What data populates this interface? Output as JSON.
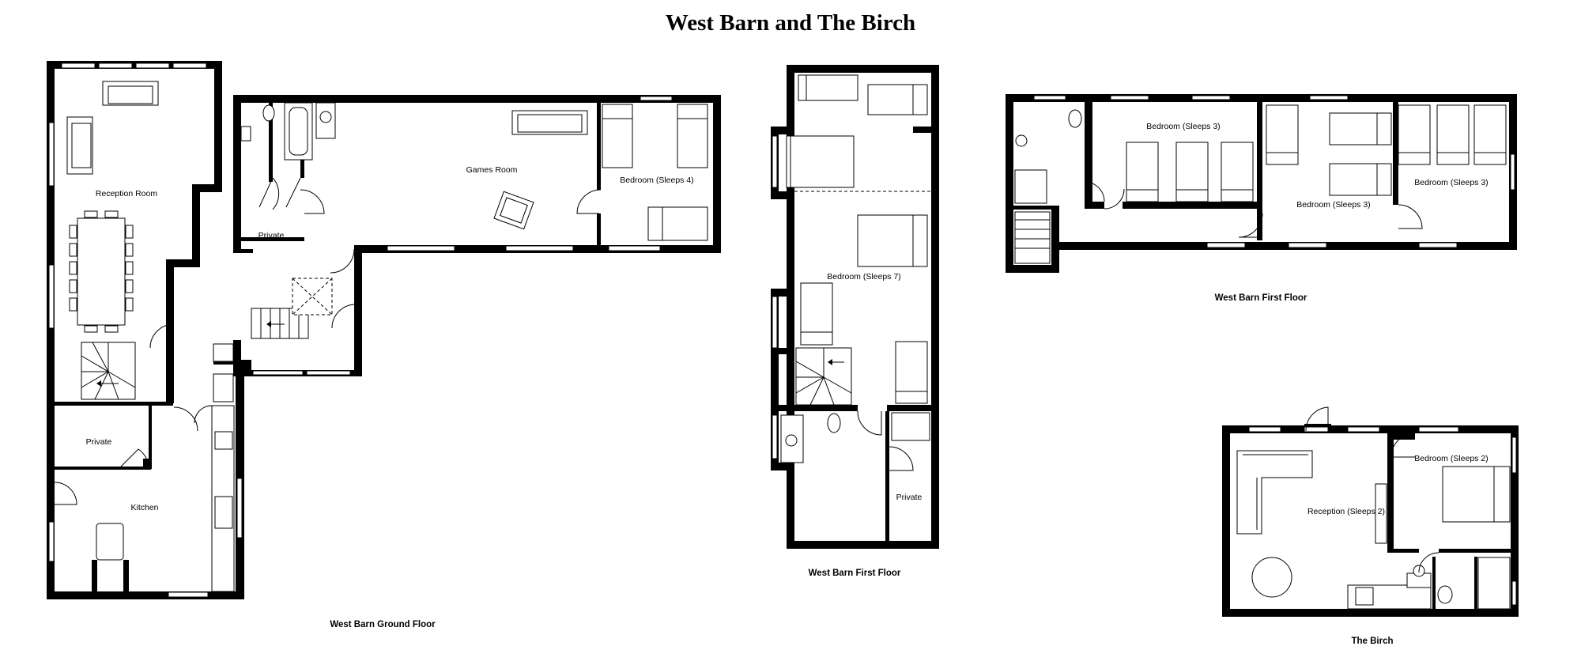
{
  "title": "West Barn and The Birch",
  "captions": {
    "ground": "West Barn Ground Floor",
    "first_a": "West Barn First Floor",
    "first_b": "West Barn First Floor",
    "birch": "The Birch"
  },
  "rooms": {
    "reception_room": "Reception Room",
    "games_room": "Games Room",
    "bed_sleeps4": "Bedroom (Sleeps 4)",
    "private_wc": "Private",
    "private_ground": "Private",
    "kitchen": "Kitchen",
    "bed_sleeps7": "Bedroom (Sleeps 7)",
    "private_first": "Private",
    "bed_sleeps3_a": "Bedroom (Sleeps 3)",
    "bed_sleeps3_b": "Bedroom (Sleeps 3)",
    "bed_sleeps3_c": "Bedroom (Sleeps 3)",
    "bed_sleeps2": "Bedroom (Sleeps 2)",
    "reception_sleeps2": "Reception (Sleeps 2)"
  }
}
